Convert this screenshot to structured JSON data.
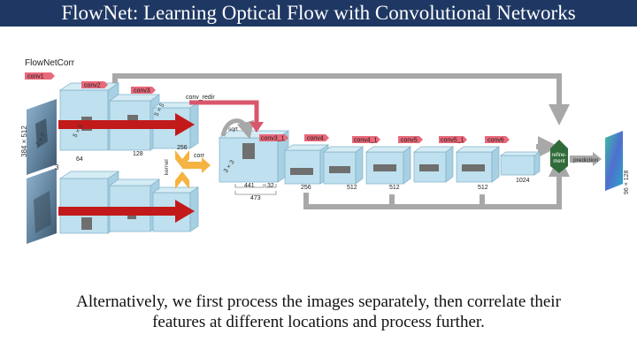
{
  "slide": {
    "title": "FlowNet: Learning Optical Flow with Convolutional Networks",
    "caption_lines": [
      "Alternatively, we first process the images separately, then correlate their",
      "features at different locations and process further."
    ]
  },
  "diagram": {
    "network_name": "FlowNetCorr",
    "layer_tags": [
      "conv1",
      "conv2",
      "conv3",
      "conv_redir",
      "conv3_1",
      "conv4",
      "conv4_1",
      "conv5",
      "conv5_1",
      "conv6"
    ],
    "op_labels": {
      "corr": "corr",
      "sqrt": "sqrt",
      "kernel": "kernel",
      "refinement_line1": "refine-",
      "refinement_line2": "ment",
      "prediction": "prediction"
    },
    "input_size": "384 × 512",
    "input_channels": "3",
    "output_size": "96 × 128",
    "kernel_labels": [
      "7 × 7",
      "5 × 5",
      "5 × 5"
    ],
    "corr_kernel": "3 × 3",
    "channel_counts": [
      "64",
      "128",
      "256",
      "256",
      "512",
      "512",
      "512",
      "1024"
    ],
    "corr_dims": [
      "441",
      "32",
      "473"
    ],
    "colors": {
      "tag": "#e8697a",
      "block": "#bfe0ee",
      "arrow_red": "#c21a1a",
      "skip": "#a8a8a8",
      "corr": "#f5b342",
      "refine": "#2f6b3a"
    }
  }
}
